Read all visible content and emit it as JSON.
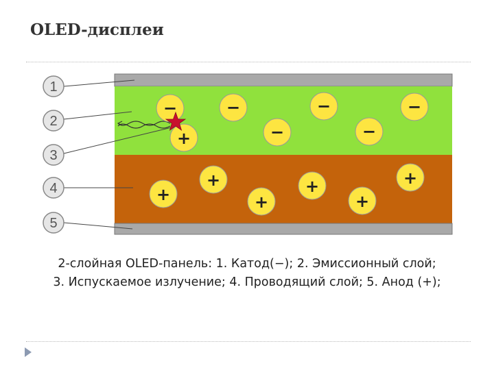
{
  "title": "OLED-дисплеи",
  "caption": {
    "line1": "2-слойная OLED-панель: 1. Катод(−); 2. Эмиссионный слой;",
    "line2": "3. Испускаемое излучение; 4. Проводящий слой; 5. Анод (+);"
  },
  "diagram": {
    "labels": [
      "1",
      "2",
      "3",
      "4",
      "5"
    ],
    "minus_sign": "−",
    "plus_sign": "+",
    "colors": {
      "electrode": "#a9a9a9",
      "emissive_layer": "#90e13d",
      "conductive_layer": "#c4630b",
      "charge_fill": "#fde541",
      "label_fill": "#e6e6e6",
      "star": "#c8102e"
    }
  },
  "nav": {
    "icon": "play-arrow-icon"
  }
}
